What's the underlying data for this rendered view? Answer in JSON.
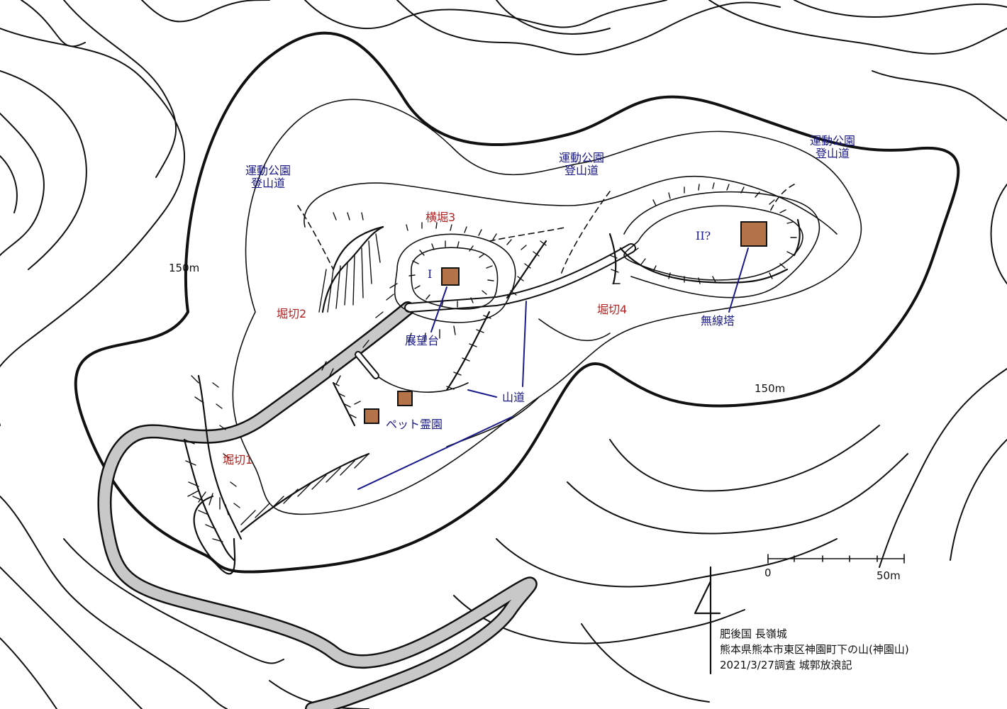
{
  "labels": {
    "trail_west": [
      "運動公園",
      "登山道"
    ],
    "trail_center": [
      "運動公園",
      "登山道"
    ],
    "trail_east": [
      "運動公園",
      "登山道"
    ],
    "yokobori3": "横堀3",
    "horikiri1": "堀切1",
    "horikiri2": "堀切2",
    "horikiri4": "堀切4",
    "kuruwa1": "I",
    "kuruwa2": "II?",
    "observation_deck": "展望台",
    "radio_tower": "無線塔",
    "mountain_path": "山道",
    "pet_cemetery": "ペット霊園",
    "contour_150_west": "150m",
    "contour_150_east": "150m"
  },
  "scale_bar": {
    "start_label": "0",
    "end_label": "50m",
    "length_value": 50,
    "unit": "m"
  },
  "info": {
    "line1": "肥後国 長嶺城",
    "line2": "熊本県熊本市東区神園町下の山(神園山)",
    "line3": "2021/3/27調査 城郭放浪記"
  },
  "colors": {
    "structure_fill": "#b5734a",
    "label_blue": "#1a1a8a",
    "label_red": "#b22222",
    "road_fill": "#c8c8c8",
    "ink": "#111111"
  },
  "icons": {
    "north_arrow": "north-arrow-icon"
  }
}
